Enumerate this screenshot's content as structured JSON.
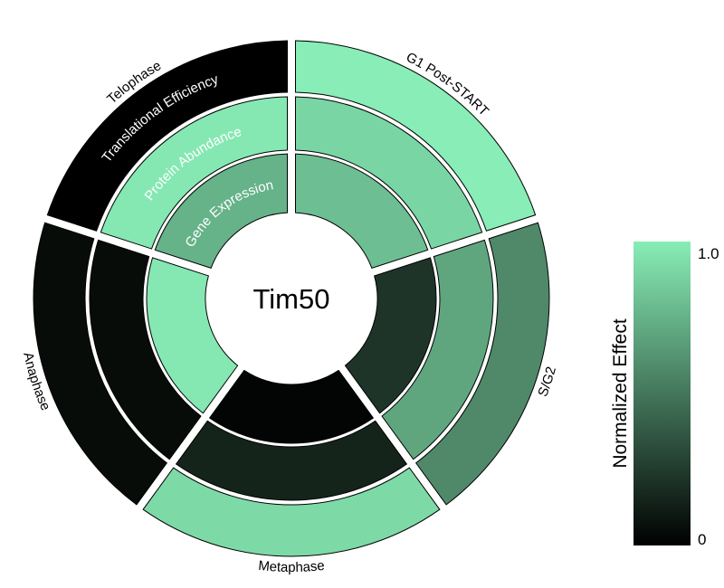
{
  "chart_data": {
    "type": "radial-heatmap",
    "title": "Tim50",
    "sectors": [
      "G1 Post-START",
      "S/G2",
      "Metaphase",
      "Anaphase",
      "Telophase"
    ],
    "rings": [
      "Gene Expression",
      "Protein Abundance",
      "Translational Efficiency"
    ],
    "values": [
      [
        0.8,
        0.9,
        1.0
      ],
      [
        0.22,
        0.7,
        0.58
      ],
      [
        0.02,
        0.15,
        0.92
      ],
      [
        0.98,
        0.05,
        0.05
      ],
      [
        0.75,
        0.98,
        0.0
      ]
    ],
    "colorbar": {
      "label": "Normalized Effect",
      "min_label": "0",
      "max_label": "1.0",
      "range": [
        0,
        1
      ],
      "color_min": "#000000",
      "color_max": "#88edb6"
    },
    "ring_labels_sector": "Telophase"
  }
}
